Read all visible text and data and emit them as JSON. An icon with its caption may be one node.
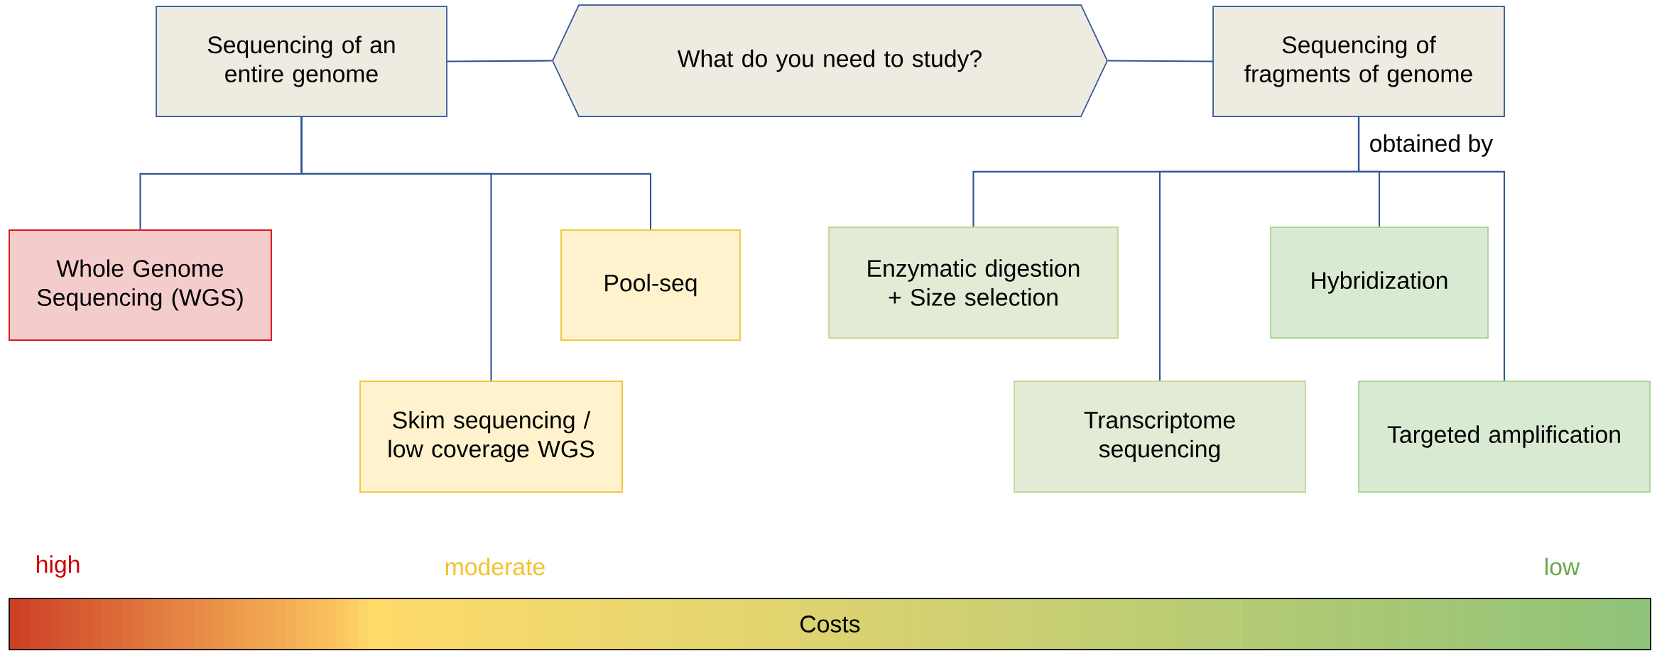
{
  "diagram": {
    "nodes": [
      {
        "text": [
          "Sequencing of an entire genome"
        ]
      },
      {
        "text": [
          "What do you need to study?"
        ]
      },
      {
        "text": [
          "Sequencing of fragments of genome"
        ]
      },
      {
        "text": [
          "Whole Genome Sequencing (WGS)"
        ]
      },
      {
        "text": [
          "Skim sequencing / low coverage WGS"
        ]
      },
      {
        "text": [
          "Pool-seq"
        ]
      },
      {
        "text": [
          "Enzymatic digestion + Size selection"
        ]
      },
      {
        "text": [
          "Transcriptome sequencing"
        ]
      },
      {
        "text": [
          "Hybridization"
        ]
      },
      {
        "text": [
          "Targeted amplification"
        ]
      },
      {
        "text": [
          "Costs"
        ]
      }
    ],
    "edges": [
      {
        "from": 1,
        "to": 0,
        "arrow": "none"
      },
      {
        "from": 1,
        "to": 2,
        "arrow": "none"
      },
      {
        "from": 0,
        "to": 3,
        "arrow": "none"
      },
      {
        "from": 0,
        "to": 4,
        "arrow": "none"
      },
      {
        "from": 0,
        "to": 5,
        "arrow": "none"
      },
      {
        "from": 2,
        "to": 6,
        "arrow": "none"
      },
      {
        "from": 2,
        "to": 7,
        "arrow": "none"
      },
      {
        "from": 2,
        "to": 8,
        "arrow": "none"
      },
      {
        "from": 2,
        "to": 9,
        "arrow": "none"
      }
    ],
    "labels": [
      "obtained by",
      "high",
      "moderate",
      "low"
    ]
  }
}
